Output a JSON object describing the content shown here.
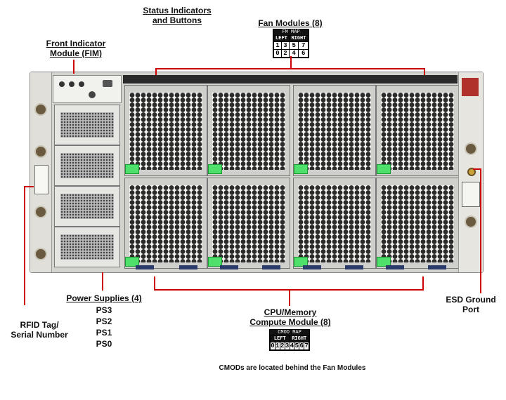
{
  "labels": {
    "status": "Status Indicators\nand Buttons",
    "fim": "Front Indicator\nModule (FIM)",
    "fan_modules": "Fan Modules (8)",
    "power_supplies": "Power Supplies (4)",
    "ps_list": [
      "PS3",
      "PS2",
      "PS1",
      "PS0"
    ],
    "rfid": "RFID Tag/\nSerial Number",
    "cmod": "CPU/Memory\nCompute Module (8)",
    "esd": "ESD Ground\nPort",
    "cmod_note": "CMODs are located behind the Fan Modules"
  },
  "fm_map": {
    "title": "FM MAP",
    "left": "LEFT",
    "right": "RIGHT",
    "row1": [
      "1",
      "3",
      "5",
      "7"
    ],
    "row2": [
      "0",
      "2",
      "4",
      "6"
    ]
  },
  "cmod_map": {
    "title": "CMOD MAP",
    "left": "LEFT",
    "right": "RIGHT",
    "cells": [
      "0",
      "1",
      "2",
      "3",
      "4",
      "5",
      "6",
      "7"
    ]
  },
  "colors": {
    "callout": "#cc0000",
    "release_tab": "#4ee06a"
  }
}
